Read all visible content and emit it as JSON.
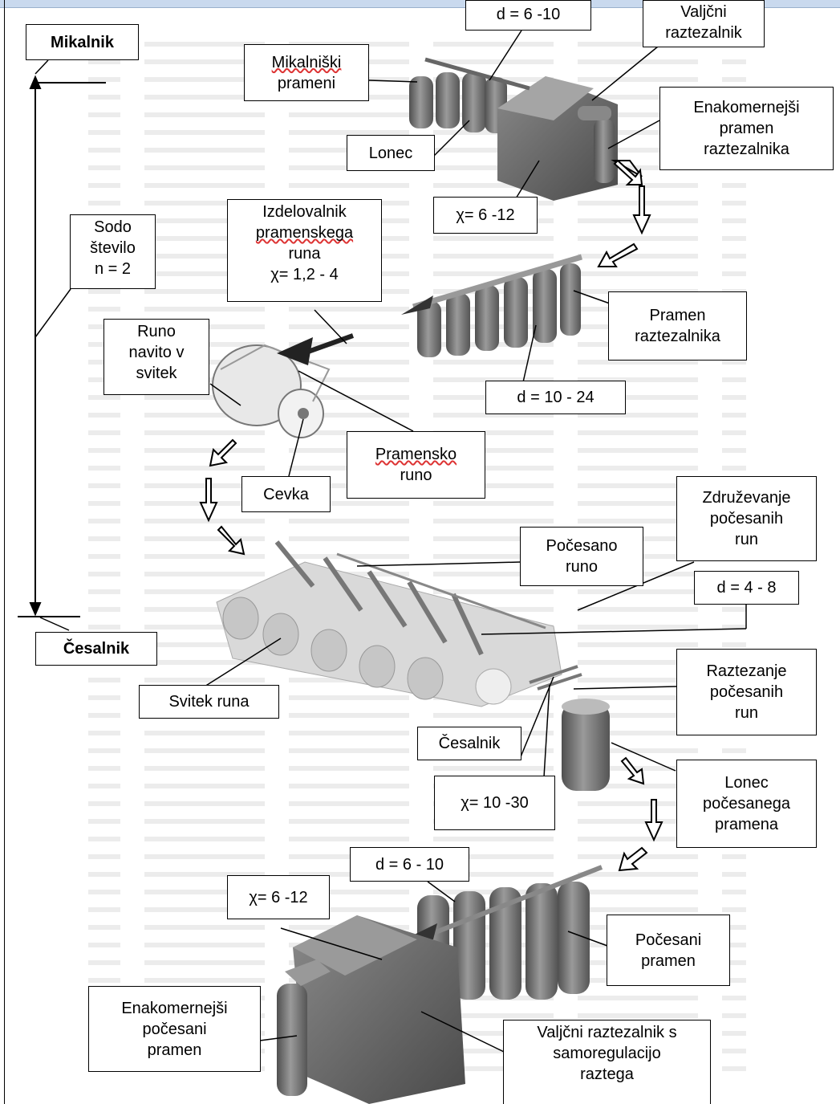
{
  "diagram": {
    "stages": {
      "top": "Mikalnik",
      "bottom": "Česalnik"
    },
    "labels": {
      "d_top": "d = 6 -10",
      "valjcni_raztezalnik": [
        "Valjčni",
        "raztezalnik"
      ],
      "mikalniski_prameni": [
        "Mikalniški",
        "prameni"
      ],
      "lonec": "Lonec",
      "enakomernejsi_pramen_raztezalnika": [
        "Enakomernejši",
        "pramen",
        "raztezalnika"
      ],
      "chi_top": "χ= 6 -12",
      "sodo_stevilo": [
        "Sodo",
        "število",
        "n = 2"
      ],
      "izdelovalnik_pramenskega_runa": [
        "Izdelovalnik",
        "pramenskega",
        "runa",
        "χ= 1,2 - 4"
      ],
      "pramen_raztezalnika": [
        "Pramen",
        "raztezalnika"
      ],
      "runo_navito_v_svitek": [
        "Runo",
        "navito v",
        "svitek"
      ],
      "d_10_24": "d = 10 - 24",
      "pramensko_runo": [
        "Pramensko",
        "runo"
      ],
      "cevka": "Cevka",
      "zdruzevanje": [
        "Združevanje",
        "počesanih",
        "run"
      ],
      "pocesano_runo": [
        "Počesano",
        "runo"
      ],
      "d_4_8": "d = 4 - 8",
      "svitek_runa": "Svitek runa",
      "raztezanje": [
        "Raztezanje",
        "počesanih",
        "run"
      ],
      "cesalnik_mid": "Česalnik",
      "chi_10_30": "χ= 10 -30",
      "lonec_pocesanega_pramena": [
        "Lonec",
        "počesanega",
        "pramena"
      ],
      "d_6_10_bottom": "d = 6 - 10",
      "chi_bottom": "χ= 6 -12",
      "pocesani_pramen": [
        "Počesani",
        "pramen"
      ],
      "enakomernejsi_pocesani_pramen": [
        "Enakomernejši",
        "počesani",
        "pramen"
      ],
      "valjcni_raztezalnik_s": [
        "Valjčni raztezalnik s",
        "samoregulacijo",
        "raztega"
      ]
    },
    "colors": {
      "machine_dark": "#6b6b6b",
      "machine_mid": "#8c8c8c",
      "machine_light": "#bdbdbd",
      "background_text": "#e6e6e6"
    }
  }
}
